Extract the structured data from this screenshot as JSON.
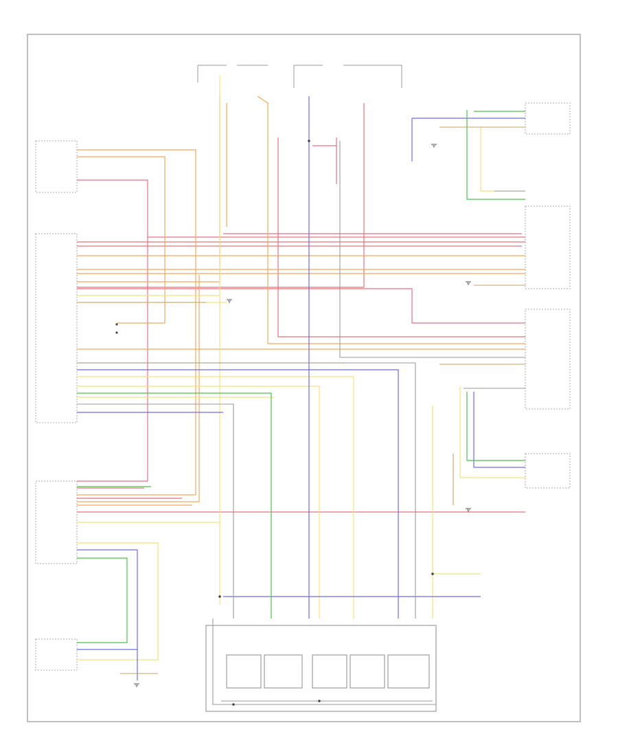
{
  "diagram": {
    "type": "wiring-schematic",
    "footer_code": "",
    "wire_colors": {
      "red": "#e8707a",
      "orange": "#f5a85a",
      "yellow": "#f2e27a",
      "blue": "#6a6af0",
      "green": "#4cc24c",
      "gray": "#9a9a9a",
      "brown": "#c8a060",
      "black": "#333333"
    },
    "modules": [
      {
        "id": "left-front-module"
      },
      {
        "id": "left-rear-module"
      },
      {
        "id": "right-front-module"
      },
      {
        "id": "right-rear-module"
      },
      {
        "id": "center-console-switch-block"
      }
    ],
    "switch_blocks": [
      {
        "id": "left-front-window"
      },
      {
        "id": "right-front-window"
      },
      {
        "id": "left-rear-window"
      },
      {
        "id": "right-rear-window"
      },
      {
        "id": "rear-window-lockout"
      }
    ],
    "grounds": [
      {
        "id": "ground-top-right"
      },
      {
        "id": "ground-mid-left"
      },
      {
        "id": "ground-mid-right"
      },
      {
        "id": "ground-lower-right"
      },
      {
        "id": "ground-bottom-left"
      }
    ]
  }
}
